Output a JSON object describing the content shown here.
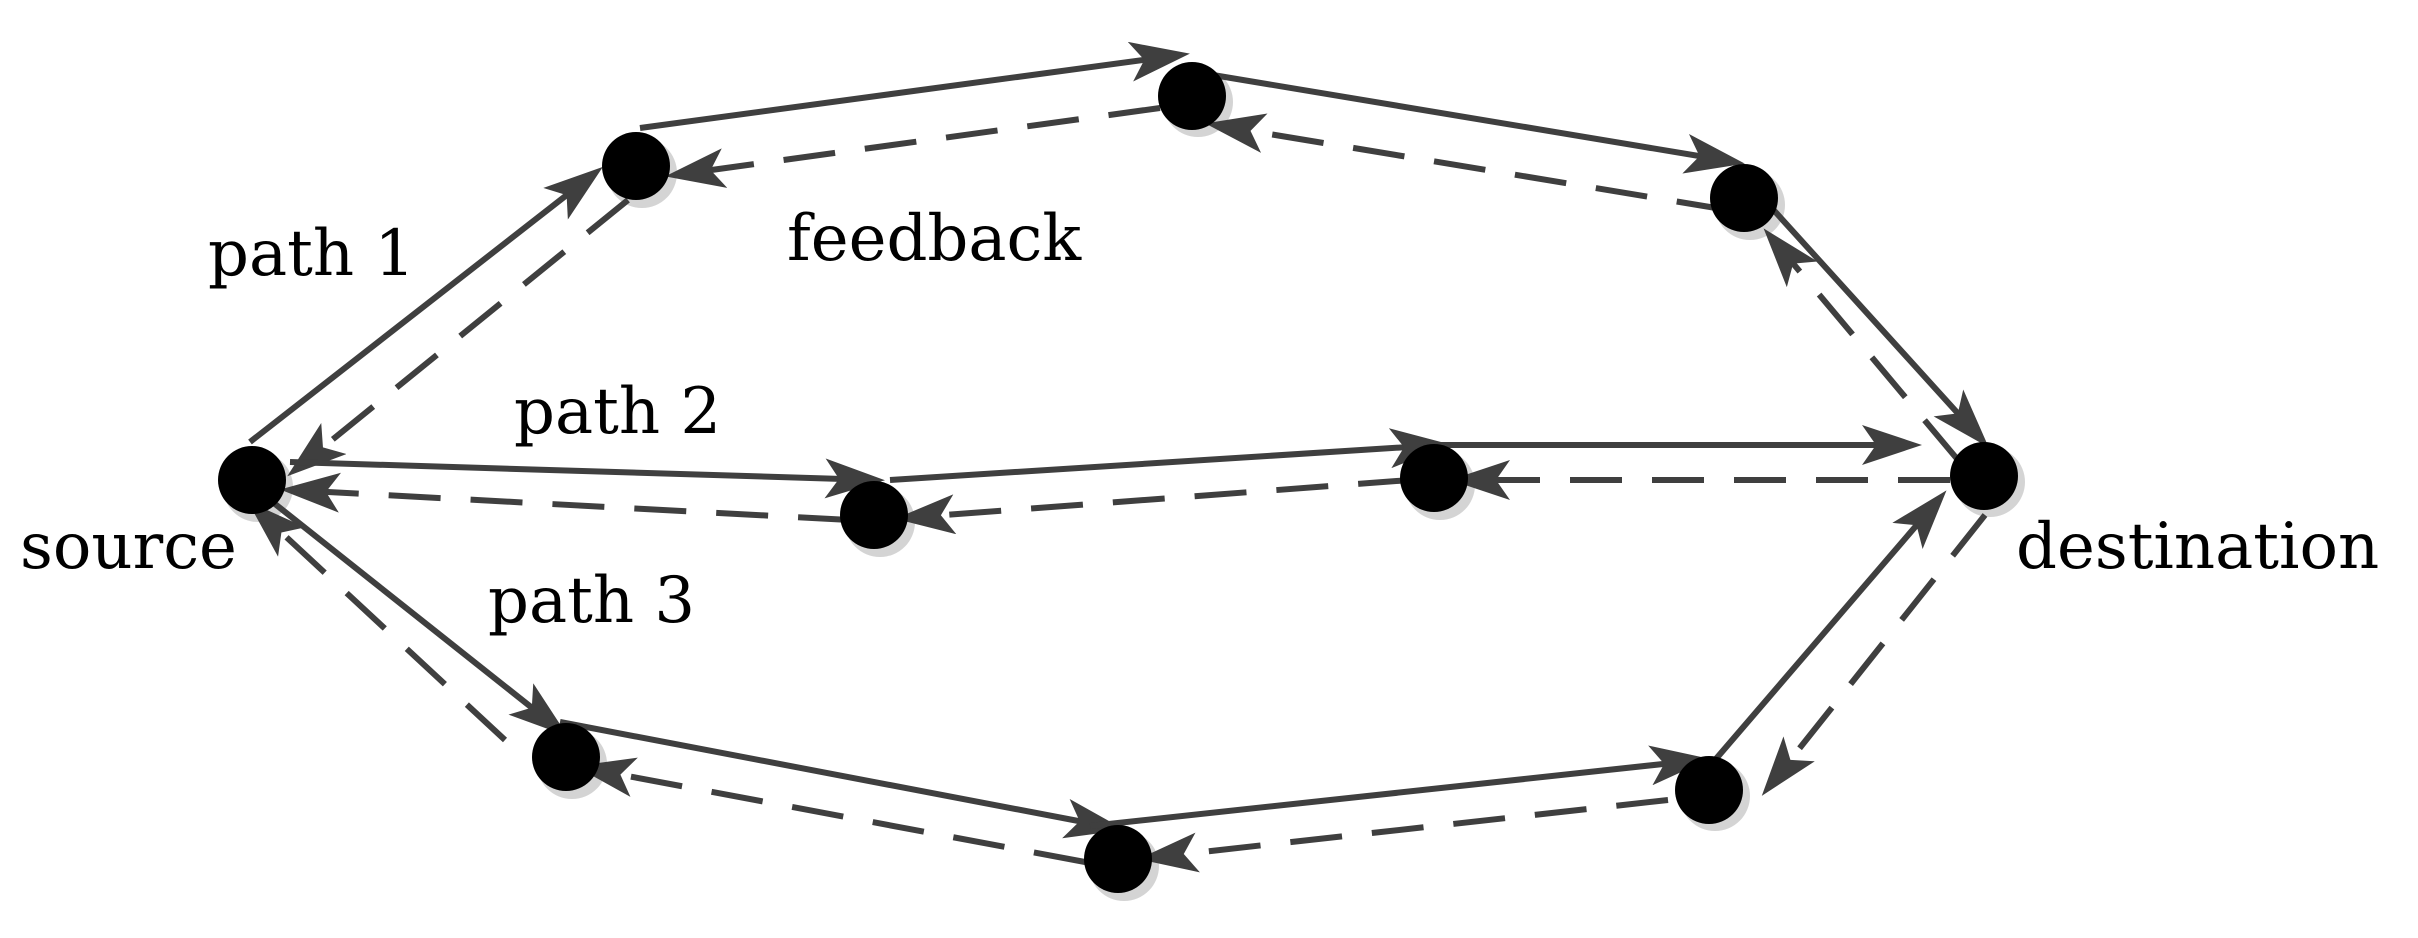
{
  "labels": {
    "path1": "path 1",
    "path2": "path 2",
    "path3": "path 3",
    "feedback": "feedback",
    "source": "source",
    "destination": "destination"
  },
  "colors": {
    "arrow": "#3f3f3f",
    "node": "#000000",
    "shadow": "#d4d4d4"
  }
}
